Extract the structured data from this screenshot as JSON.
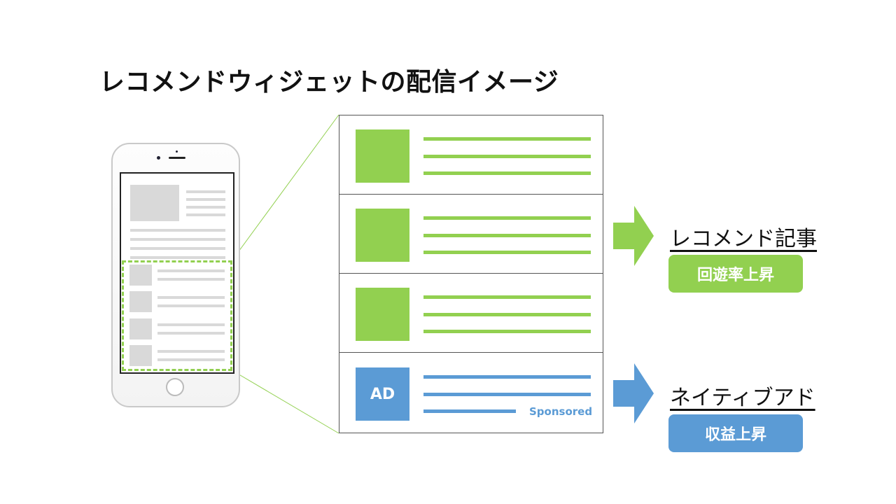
{
  "title": "レコメンドウィジェットの配信イメージ",
  "colors": {
    "green": "#92d050",
    "blue": "#5b9bd5",
    "gray": "#d9d9d9"
  },
  "widget": {
    "ad_label": "AD",
    "sponsored_label": "Sponsored"
  },
  "outcomes": [
    {
      "label": "レコメンド記事",
      "badge": "回遊率上昇",
      "color": "#92d050"
    },
    {
      "label": "ネイティブアド",
      "badge": "収益上昇",
      "color": "#5b9bd5"
    }
  ]
}
